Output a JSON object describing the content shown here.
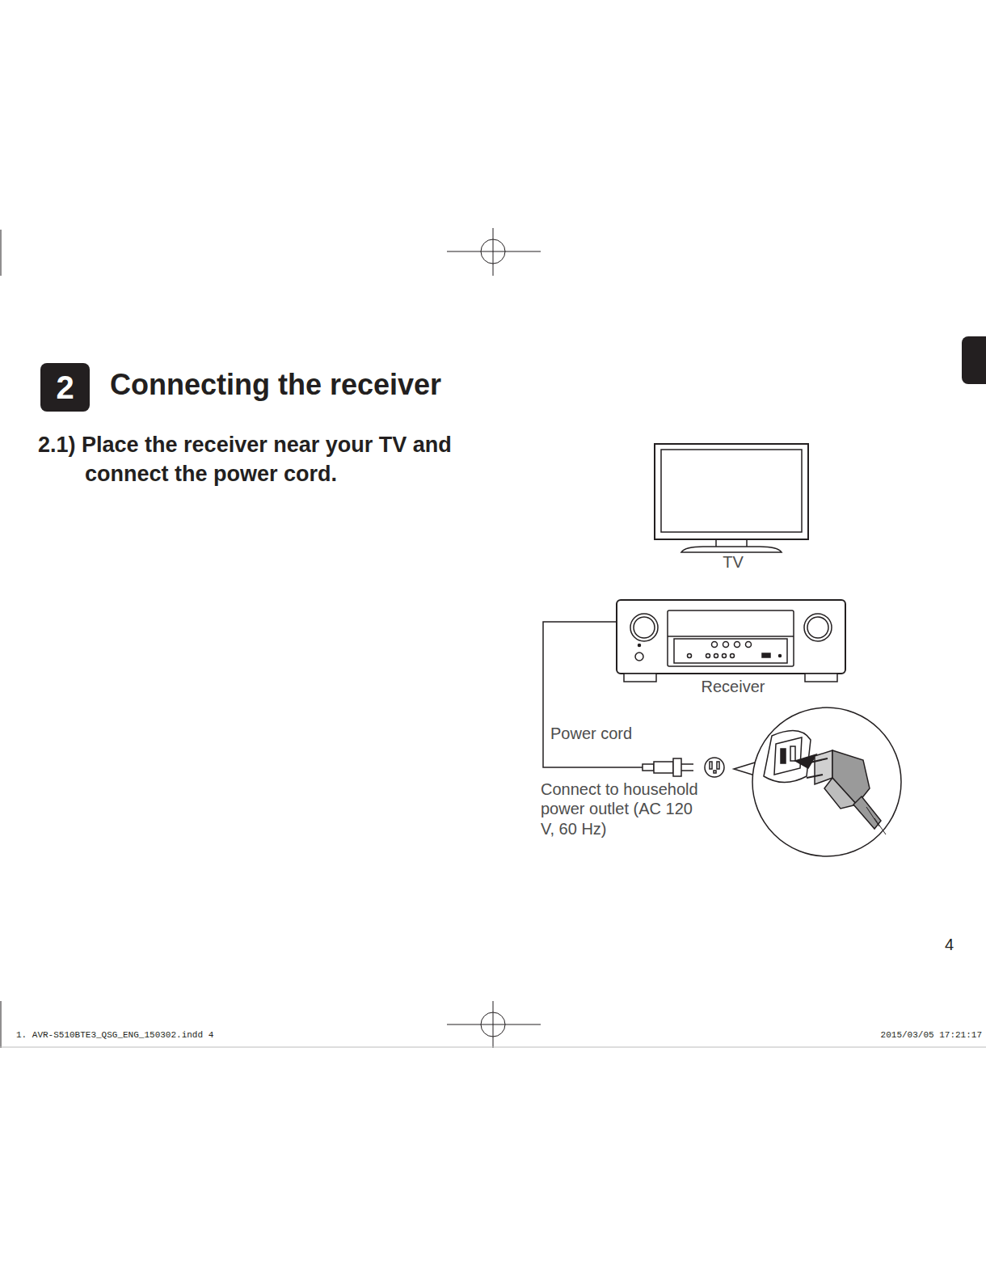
{
  "diagram": {
    "title": "Connecting the receiver",
    "nodes": [
      {
        "text": [
          "2"
        ]
      }
    ],
    "labels": [
      "2.1) Place the receiver near your TV and connect the power cord.",
      "TV",
      "Receiver",
      "Power cord",
      "Connect to household power outlet (AC 120 V, 60 Hz)",
      "4",
      "1. AVR-S510BTE3_QSG_ENG_150302.indd 4",
      "2015/03/05 17:21:17"
    ]
  }
}
